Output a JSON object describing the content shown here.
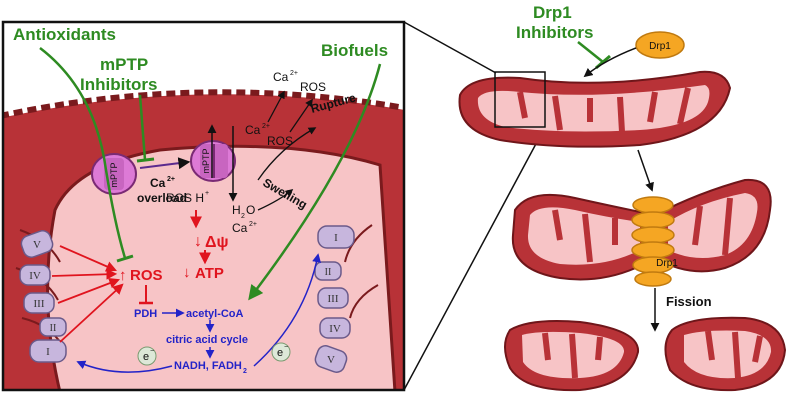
{
  "labels": {
    "antioxidants": "Antioxidants",
    "mptp_inhibitors_line1": "mPTP",
    "mptp_inhibitors_line2": "Inhibitors",
    "biofuels": "Biofuels",
    "drp1_inhibitors_line1": "Drp1",
    "drp1_inhibitors_line2": "Inhibitors",
    "fission": "Fission",
    "rupture": "Rupture",
    "swelling": "Swelling",
    "overload": "overload",
    "ca": "Ca",
    "ros": "ROS",
    "ros_h": "ROS H",
    "h2o": "H",
    "h2o_o": "O",
    "delta_psi": "Δψ",
    "atp": "ATP",
    "pdh": "PDH",
    "acetyl_coa": "acetyl-CoA",
    "citric_acid_cycle": "citric acid cycle",
    "nadh_fadh2": "NADH, FADH",
    "electron": "e",
    "mptp_pore": "mPTP",
    "drp1_protein": "Drp1",
    "sup_2plus": "2+",
    "sup_plus": "+",
    "sup_minus": "−",
    "sub_2": "2"
  },
  "etc_complexes": [
    "I",
    "II",
    "III",
    "IV",
    "V"
  ],
  "colors": {
    "green": "#2e8b22",
    "red": "#e0141e",
    "blue": "#2323c8",
    "mito_dark": "#b83237",
    "mito_light": "#f7c4c6",
    "mptp": "#dd7ad6",
    "drp1": "#f5a623",
    "complex": "#c7b6dd"
  }
}
